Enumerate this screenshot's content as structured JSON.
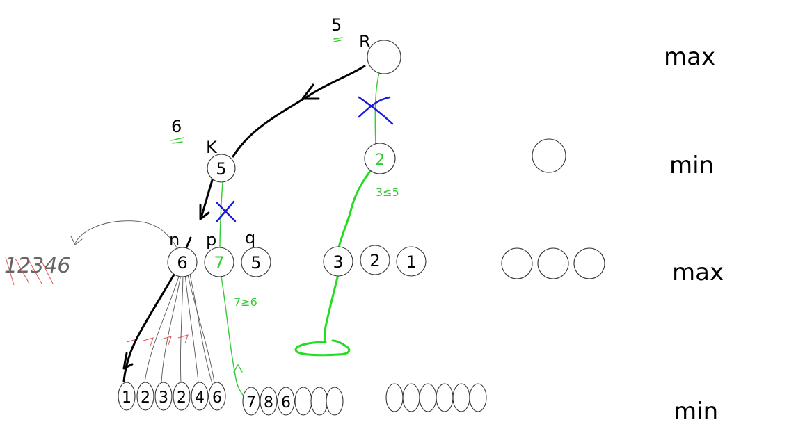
{
  "level_labels": [
    "max",
    "min",
    "max",
    "min"
  ],
  "root": {
    "label": "R",
    "value_above": "5"
  },
  "node_k": {
    "label": "K",
    "value": "5",
    "value_above": "6"
  },
  "level2_mid_node": {
    "value": "2",
    "note": "3≤5"
  },
  "level3_left": [
    {
      "label": "n",
      "value": "6"
    },
    {
      "label": "p",
      "value": "7"
    },
    {
      "label": "q",
      "value": "5"
    }
  ],
  "level3_mid": [
    "3",
    "2",
    "1"
  ],
  "leaves_n": [
    "1",
    "2",
    "3",
    "2",
    "4",
    "6"
  ],
  "leaves_p": [
    "7",
    "8",
    "6",
    "",
    ""
  ],
  "leaves_mid": [
    "",
    "",
    "",
    "",
    "",
    ""
  ],
  "side_note": "12346",
  "p_note": "7≥6",
  "colors": {
    "black_path": "#000000",
    "green_path": "#22dd22",
    "prune_mark": "#1a1adb",
    "strike": "#e05050"
  }
}
